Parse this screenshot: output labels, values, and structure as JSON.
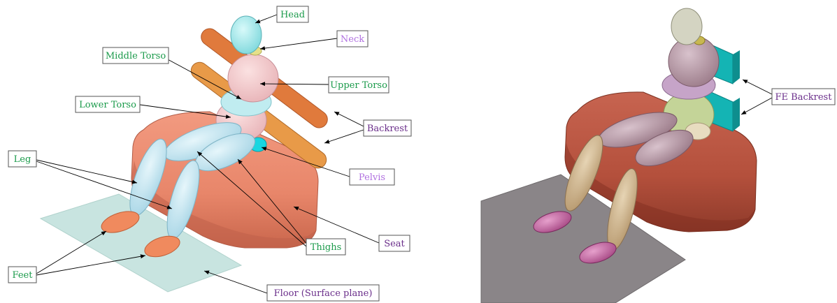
{
  "left_figure": {
    "labels": {
      "head": "Head",
      "neck": "Neck",
      "middle_torso": "Middle Torso",
      "upper_torso": "Upper Torso",
      "lower_torso": "Lower Torso",
      "backrest": "Backrest",
      "leg": "Leg",
      "pelvis": "Pelvis",
      "feet": "Feet",
      "thighs": "Thighs",
      "seat": "Seat",
      "floor": "Floor (Surface plane)"
    }
  },
  "right_figure": {
    "labels": {
      "fe_backrest": "FE Backrest"
    }
  },
  "colors": {
    "green_label": "#1a9a4a",
    "purple_label": "#6a2e8a",
    "light_purple_label": "#b070e0",
    "seat": "#e8866a",
    "seat_fe": "#b4503c",
    "floor": "#c8e4e0",
    "floor_fe": "#8a8588",
    "backrest": "#e07a3c",
    "backrest_fe": "#14b4b4"
  }
}
